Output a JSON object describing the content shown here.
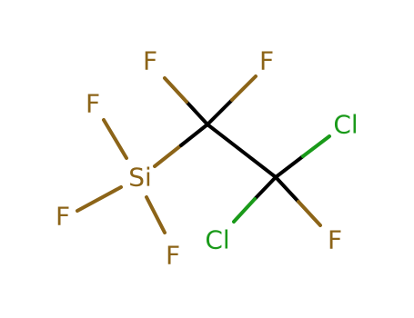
{
  "colors": {
    "background": "#ffffff",
    "carbon_bond": "#000000",
    "fluorine": "#8c6418",
    "silicon": "#8c6418",
    "chlorine": "#1a9a1a"
  },
  "molecule": {
    "atoms": {
      "si": "Si",
      "f_si_top": "F",
      "f_si_left": "F",
      "f_si_bottom": "F",
      "f_c1_left": "F",
      "f_c1_right": "F",
      "cl_c2_top": "Cl",
      "cl_c2_bottom": "Cl",
      "f_c2_bottom": "F"
    }
  }
}
